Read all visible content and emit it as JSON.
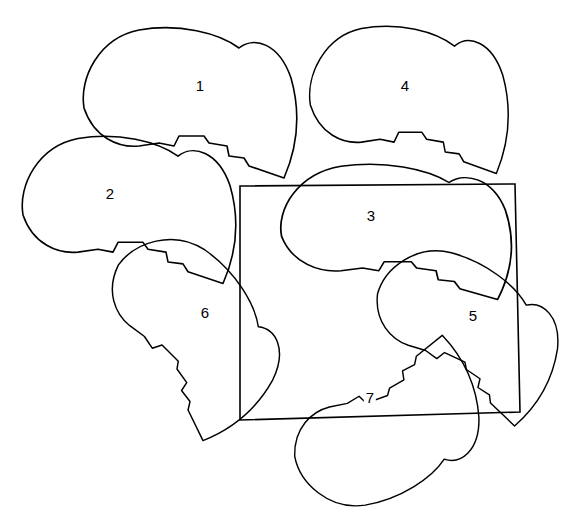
{
  "diagram": {
    "nodes": [
      {
        "text": [
          "1"
        ]
      },
      {
        "text": [
          "4"
        ]
      },
      {
        "text": [
          "2"
        ]
      },
      {
        "text": [
          "3"
        ]
      },
      {
        "text": [
          "6"
        ]
      },
      {
        "text": [
          "5"
        ]
      },
      {
        "text": [
          "7"
        ]
      }
    ]
  }
}
